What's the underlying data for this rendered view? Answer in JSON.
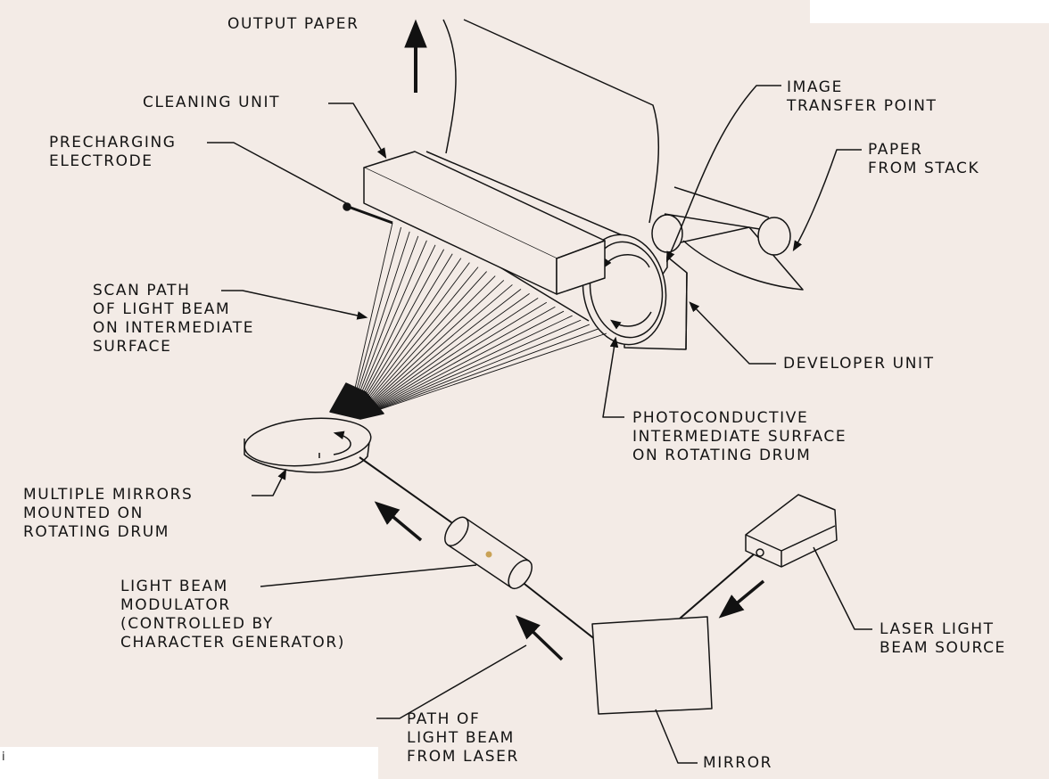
{
  "figure": {
    "labels": {
      "output_paper": "OUTPUT PAPER",
      "cleaning_unit": "CLEANING UNIT",
      "precharging_electrode": [
        "PRECHARGING",
        "ELECTRODE"
      ],
      "image_transfer_point": [
        "IMAGE",
        "TRANSFER POINT"
      ],
      "paper_from_stack": [
        "PAPER",
        "FROM STACK"
      ],
      "scan_path": [
        "SCAN PATH",
        "OF LIGHT BEAM",
        "ON INTERMEDIATE",
        "SURFACE"
      ],
      "developer_unit": "DEVELOPER UNIT",
      "photoconductive_surface": [
        "PHOTOCONDUCTIVE",
        "INTERMEDIATE SURFACE",
        "ON ROTATING DRUM"
      ],
      "multiple_mirrors": [
        "MULTIPLE MIRRORS",
        "MOUNTED ON",
        "ROTATING DRUM"
      ],
      "light_beam_modulator": [
        "LIGHT BEAM",
        "MODULATOR",
        "(CONTROLLED BY",
        "CHARACTER GENERATOR)"
      ],
      "laser_source": [
        "LASER LIGHT",
        "BEAM SOURCE"
      ],
      "path_of_light_beam": [
        "PATH OF",
        "LIGHT BEAM",
        "FROM LASER"
      ],
      "mirror": "MIRROR"
    },
    "edge_fragment": "i"
  }
}
